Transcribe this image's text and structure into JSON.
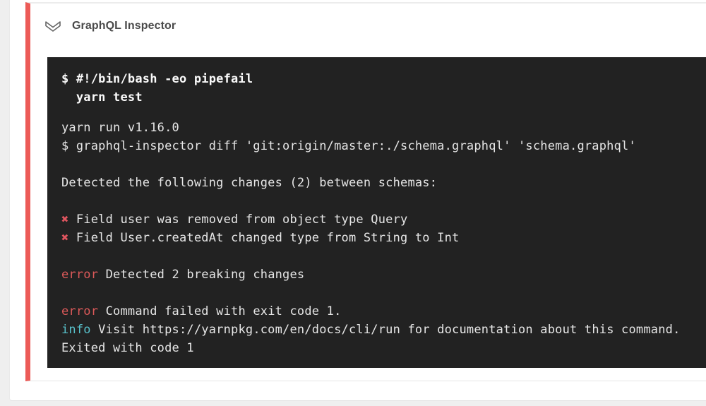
{
  "page": {
    "background": "#efefef"
  },
  "step": {
    "title": "GraphQL Inspector",
    "status": "failed",
    "accent_color": "#ec5b57",
    "collapse_icon": "chevron-double-down"
  },
  "terminal": {
    "background": "#222222",
    "text_color": "#e6e6e6",
    "colors": {
      "command": "#fafafa",
      "error": "#dd5a5a",
      "info": "#58c1cb",
      "breaking_mark": "#e25660"
    },
    "lines": [
      {
        "type": "text",
        "segments": [
          {
            "style": "cmd",
            "text": "$ #!/bin/bash -eo pipefail"
          }
        ]
      },
      {
        "type": "text",
        "segments": [
          {
            "style": "cmd",
            "text": "  yarn test"
          }
        ]
      },
      {
        "type": "blank",
        "size": "small"
      },
      {
        "type": "text",
        "segments": [
          {
            "style": "plain",
            "text": "yarn run v1.16.0"
          }
        ]
      },
      {
        "type": "text",
        "segments": [
          {
            "style": "plain",
            "text": "$ graphql-inspector diff 'git:origin/master:./schema.graphql' 'schema.graphql'"
          }
        ]
      },
      {
        "type": "blank"
      },
      {
        "type": "text",
        "segments": [
          {
            "style": "plain",
            "text": "Detected the following changes (2) between schemas:"
          }
        ]
      },
      {
        "type": "blank"
      },
      {
        "type": "text",
        "segments": [
          {
            "style": "xmark",
            "text": "✖"
          },
          {
            "style": "plain",
            "text": " Field user was removed from object type Query"
          }
        ]
      },
      {
        "type": "text",
        "segments": [
          {
            "style": "xmark",
            "text": "✖"
          },
          {
            "style": "plain",
            "text": " Field User.createdAt changed type from String to Int"
          }
        ]
      },
      {
        "type": "blank"
      },
      {
        "type": "text",
        "segments": [
          {
            "style": "error",
            "text": "error"
          },
          {
            "style": "plain",
            "text": " Detected 2 breaking changes"
          }
        ]
      },
      {
        "type": "blank"
      },
      {
        "type": "text",
        "segments": [
          {
            "style": "error",
            "text": "error"
          },
          {
            "style": "plain",
            "text": " Command failed with exit code 1."
          }
        ]
      },
      {
        "type": "text",
        "segments": [
          {
            "style": "info",
            "text": "info"
          },
          {
            "style": "plain",
            "text": " Visit https://yarnpkg.com/en/docs/cli/run for documentation about this command."
          }
        ]
      },
      {
        "type": "text",
        "segments": [
          {
            "style": "plain",
            "text": "Exited with code 1"
          }
        ]
      }
    ]
  }
}
